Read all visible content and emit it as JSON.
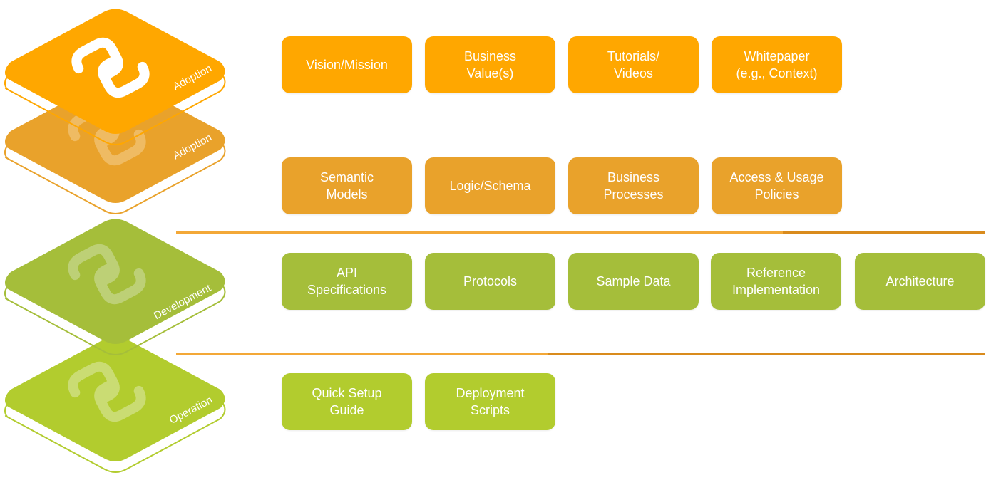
{
  "layers": [
    {
      "label": "Adoption",
      "color": "#ffa700"
    },
    {
      "label": "Adoption",
      "color": "#e9a22b"
    },
    {
      "label": "Development",
      "color": "#a5be3a"
    },
    {
      "label": "Operation",
      "color": "#b2cc2e"
    }
  ],
  "rows": [
    {
      "color": "#ffa700",
      "items": [
        "Vision/Mission",
        "Business\nValue(s)",
        "Tutorials/\nVideos",
        "Whitepaper\n(e.g., Context)"
      ]
    },
    {
      "color": "#e9a22b",
      "items": [
        "Semantic\nModels",
        "Logic/Schema",
        "Business\nProcesses",
        "Access & Usage\nPolicies"
      ]
    },
    {
      "color": "#a5be3a",
      "items": [
        "API\nSpecifications",
        "Protocols",
        "Sample Data",
        "Reference\nImplementation",
        "Architecture"
      ]
    },
    {
      "color": "#b2cc2e",
      "items": [
        "Quick Setup\nGuide",
        "Deployment\nScripts"
      ]
    }
  ],
  "divider_colors": [
    "#f3a838",
    "#d98b1d"
  ],
  "icon": "sp-logo-icon"
}
